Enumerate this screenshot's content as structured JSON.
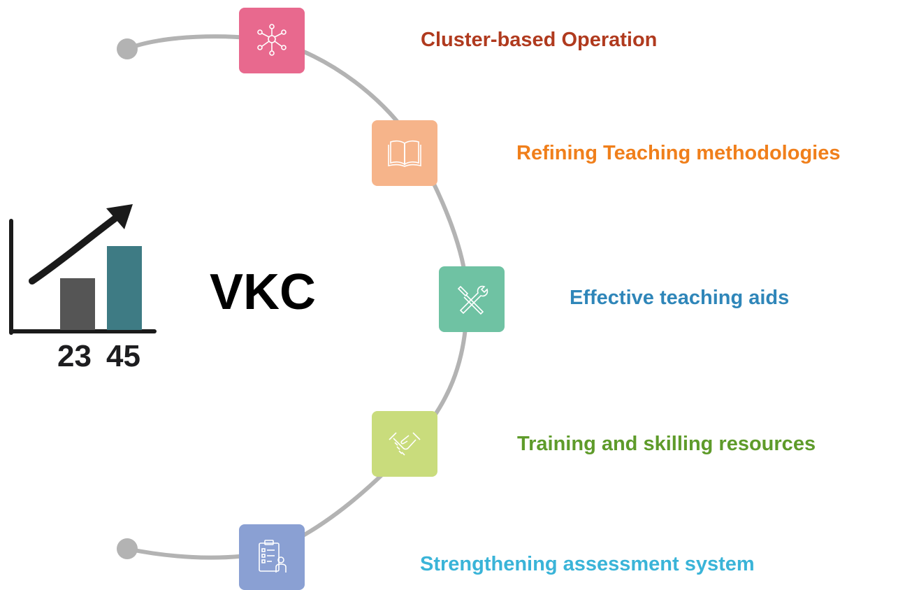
{
  "center_label": "VKC",
  "chart_icon": {
    "numbers": [
      "23",
      "45"
    ],
    "bar_color_1": "#555555",
    "bar_color_2": "#3e7b84",
    "arrow_color": "#1a1a1a"
  },
  "arc_color": "#b3b3b3",
  "items": [
    {
      "label": "Cluster-based Operation",
      "icon": "network-icon",
      "tile_color": "#e8698e",
      "text_color": "#b03a1e"
    },
    {
      "label": "Refining Teaching methodologies",
      "icon": "book-icon",
      "tile_color": "#f6b48a",
      "text_color": "#f07f1b"
    },
    {
      "label": "Effective teaching aids",
      "icon": "tools-icon",
      "tile_color": "#6fc2a3",
      "text_color": "#2f86b9"
    },
    {
      "label": "Training and skilling resources",
      "icon": "handshake-icon",
      "tile_color": "#c9dc7c",
      "text_color": "#5e9b2a"
    },
    {
      "label": "Strengthening assessment system",
      "icon": "clipboard-person-icon",
      "tile_color": "#8aa0d3",
      "text_color": "#3ab4d8"
    }
  ]
}
